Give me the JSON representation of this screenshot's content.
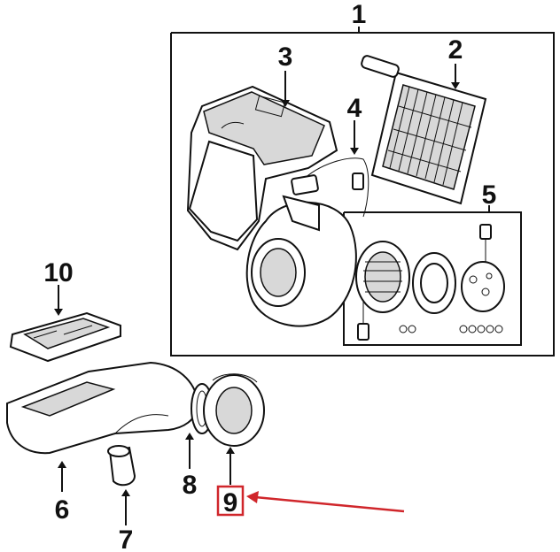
{
  "callouts": {
    "c1": "1",
    "c2": "2",
    "c3": "3",
    "c4": "4",
    "c5": "5",
    "c6": "6",
    "c7": "7",
    "c8": "8",
    "c9": "9",
    "c10": "10"
  },
  "highlight": {
    "part": "9",
    "box_color": "#d0262b",
    "arrow_color": "#d0262b"
  }
}
